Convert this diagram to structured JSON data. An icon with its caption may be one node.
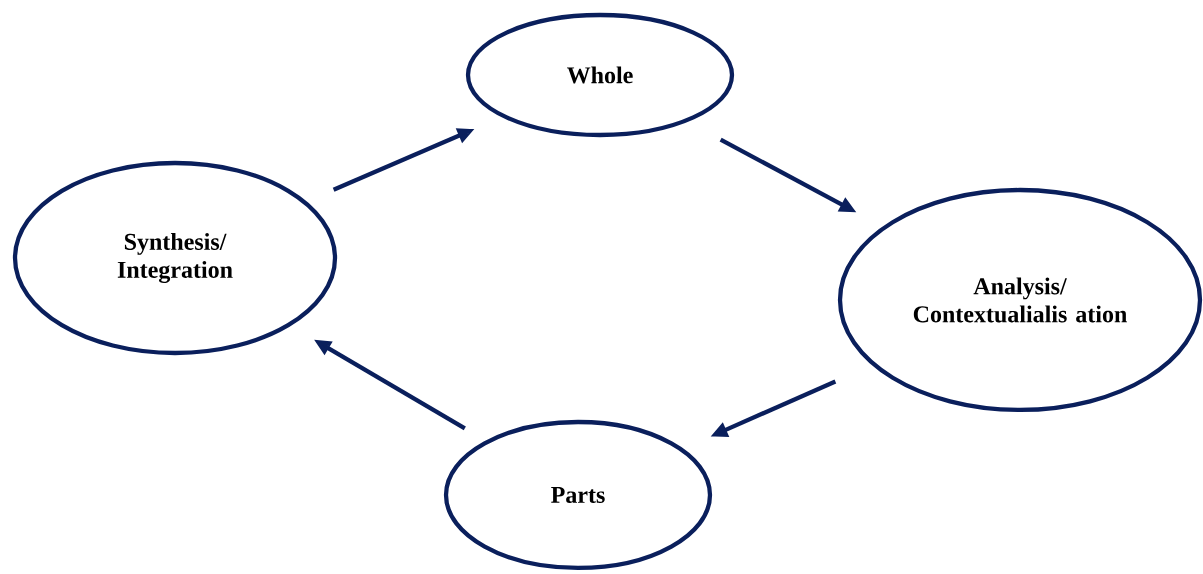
{
  "diagram": {
    "nodes": [
      {
        "text": [
          "Whole"
        ]
      },
      {
        "text": [
          "Synthesis/ Integration"
        ]
      },
      {
        "text": [
          "Analysis/ Contextualialis ation"
        ]
      },
      {
        "text": [
          "Parts"
        ]
      }
    ],
    "edges": [
      {
        "from": 1,
        "to": 0,
        "arrow": "to"
      },
      {
        "from": 0,
        "to": 2,
        "arrow": "to"
      },
      {
        "from": 2,
        "to": 3,
        "arrow": "to"
      },
      {
        "from": 3,
        "to": 1,
        "arrow": "to"
      }
    ]
  }
}
